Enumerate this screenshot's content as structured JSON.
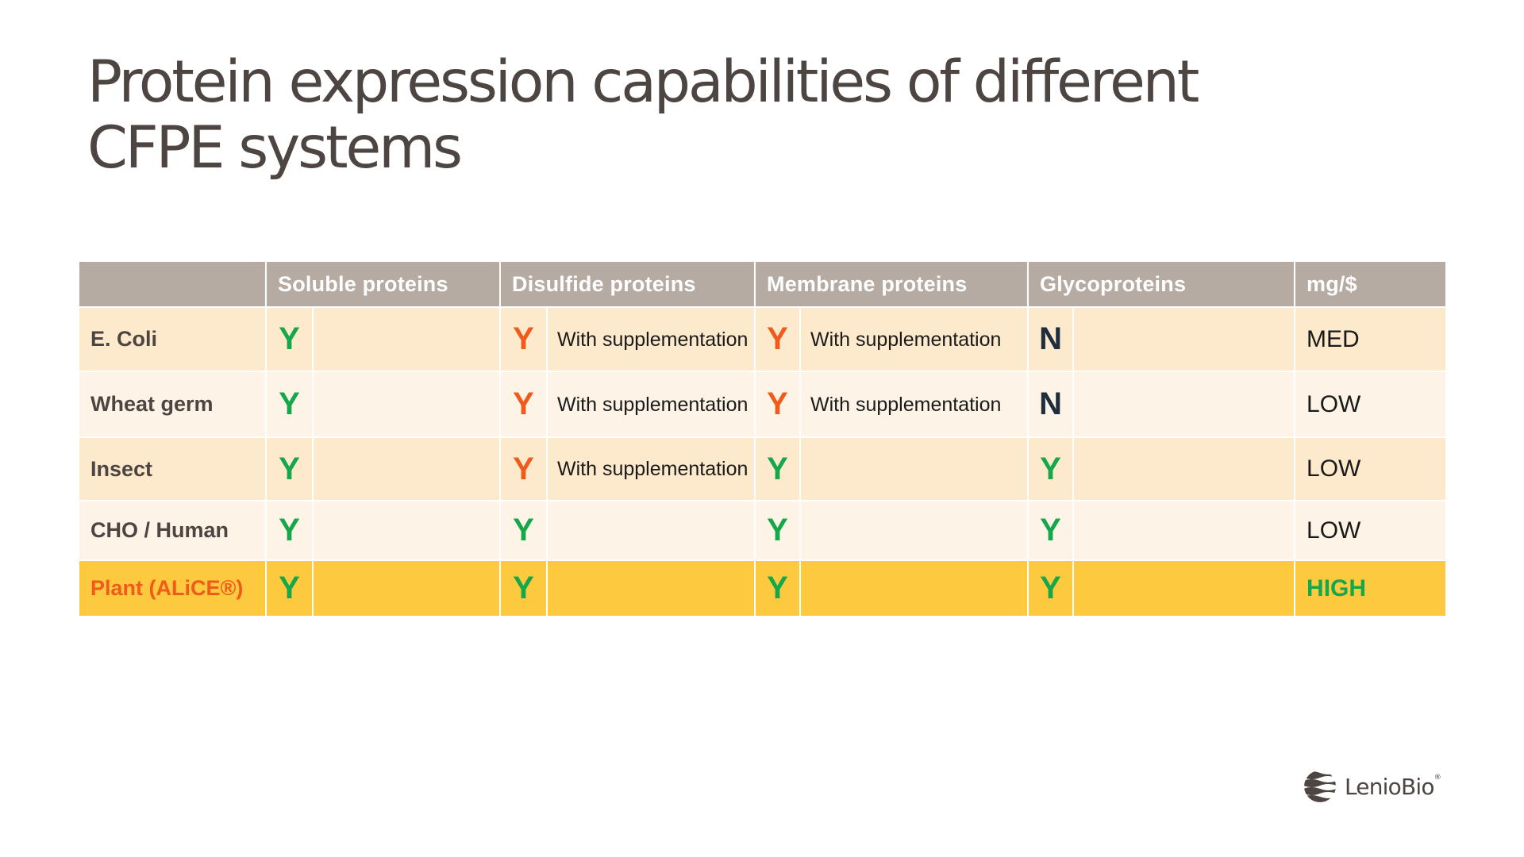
{
  "title": {
    "line1": "Protein expression capabilities of different",
    "line2": "CFPE systems"
  },
  "table": {
    "headers": [
      "",
      "Soluble proteins",
      "Disulfide proteins",
      "Membrane proteins",
      "Glycoproteins",
      "mg/$"
    ],
    "rows": [
      {
        "label": "E. Coli",
        "soluble": {
          "mark": "Y",
          "note": ""
        },
        "disulfide": {
          "mark": "Y",
          "note": "With supplementation"
        },
        "membrane": {
          "mark": "Y",
          "note": "With supplementation"
        },
        "glyco": {
          "mark": "N",
          "note": ""
        },
        "cost": "MED"
      },
      {
        "label": "Wheat germ",
        "soluble": {
          "mark": "Y",
          "note": ""
        },
        "disulfide": {
          "mark": "Y",
          "note": "With supplementation"
        },
        "membrane": {
          "mark": "Y",
          "note": "With supplementation"
        },
        "glyco": {
          "mark": "N",
          "note": ""
        },
        "cost": "LOW"
      },
      {
        "label": "Insect",
        "soluble": {
          "mark": "Y",
          "note": ""
        },
        "disulfide": {
          "mark": "Y",
          "note": "With supplementation"
        },
        "membrane": {
          "mark": "Y",
          "note": ""
        },
        "glyco": {
          "mark": "Y",
          "note": ""
        },
        "cost": "LOW"
      },
      {
        "label": "CHO / Human",
        "soluble": {
          "mark": "Y",
          "note": ""
        },
        "disulfide": {
          "mark": "Y",
          "note": ""
        },
        "membrane": {
          "mark": "Y",
          "note": ""
        },
        "glyco": {
          "mark": "Y",
          "note": ""
        },
        "cost": "LOW"
      },
      {
        "label": "Plant (ALiCE®)",
        "soluble": {
          "mark": "Y",
          "note": ""
        },
        "disulfide": {
          "mark": "Y",
          "note": ""
        },
        "membrane": {
          "mark": "Y",
          "note": ""
        },
        "glyco": {
          "mark": "Y",
          "note": ""
        },
        "cost": "HIGH"
      }
    ]
  },
  "colors": {
    "header_bg": "#b5aba3",
    "row_odd_bg": "#fde9cc",
    "row_even_bg": "#fdf3e6",
    "highlight_bg": "#fdc93e",
    "yes_green": "#14a84a",
    "yes_conditional_orange": "#f05a1a",
    "no_navy": "#1f2d3d",
    "title_color": "#4d4541"
  },
  "logo": {
    "text": "LenioBio",
    "mark": "®",
    "icon": "striped-globe-icon"
  }
}
